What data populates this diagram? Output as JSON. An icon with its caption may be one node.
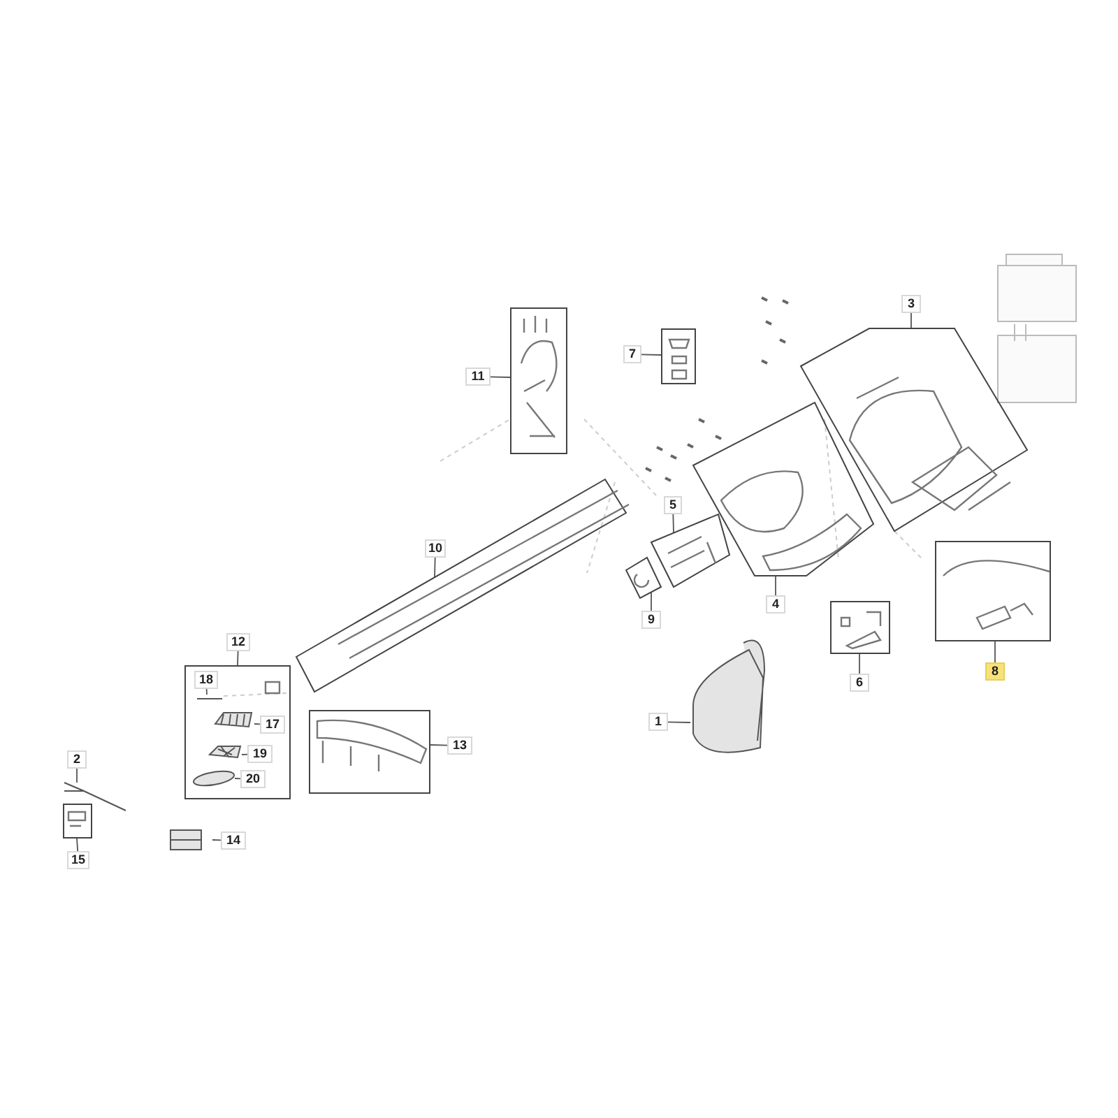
{
  "diagram": {
    "nodes": [
      {
        "text": [
          "3"
        ]
      },
      {
        "text": [],
        "shape": "box"
      },
      {
        "text": [
          "11"
        ]
      },
      {
        "text": [],
        "shape": "box"
      },
      {
        "text": [
          "7"
        ]
      },
      {
        "text": [],
        "shape": "box"
      },
      {
        "text": [],
        "shape": "box"
      },
      {
        "text": [
          "5"
        ]
      },
      {
        "text": [],
        "shape": "box"
      },
      {
        "text": [
          "10"
        ]
      },
      {
        "text": [],
        "shape": "box"
      },
      {
        "text": [],
        "shape": "box"
      },
      {
        "text": [
          "4"
        ]
      },
      {
        "text": [
          "9"
        ]
      },
      {
        "text": [],
        "shape": "box"
      },
      {
        "text": [],
        "shape": "box"
      },
      {
        "text": [
          "12"
        ]
      },
      {
        "text": [
          "8"
        ]
      },
      {
        "text": [
          "6"
        ]
      },
      {
        "text": [],
        "shape": "box"
      },
      {
        "text": [
          "18"
        ],
        "in": 19
      },
      {
        "text": [],
        "shape": "picture",
        "in": 19
      },
      {
        "text": [],
        "shape": "picture",
        "in": 19
      },
      {
        "text": [
          "17"
        ],
        "in": 19
      },
      {
        "text": [],
        "shape": "picture",
        "in": 19
      },
      {
        "text": [
          "19"
        ],
        "in": 19
      },
      {
        "text": [],
        "shape": "picture",
        "in": 19
      },
      {
        "text": [
          "20"
        ],
        "in": 19
      },
      {
        "text": [
          "1"
        ]
      },
      {
        "text": [],
        "shape": "picture"
      },
      {
        "text": [],
        "shape": "box"
      },
      {
        "text": [
          "13"
        ]
      },
      {
        "text": [
          "2"
        ]
      },
      {
        "text": [],
        "shape": "picture"
      },
      {
        "text": [],
        "shape": "box"
      },
      {
        "text": [],
        "shape": "picture"
      },
      {
        "text": [
          "14"
        ]
      },
      {
        "text": [
          "15"
        ]
      }
    ],
    "edges": [
      {
        "from": 0,
        "to": 1,
        "arrow": "none"
      },
      {
        "from": 2,
        "to": 3,
        "arrow": "none"
      },
      {
        "from": 4,
        "to": 5,
        "arrow": "none"
      },
      {
        "from": 7,
        "to": 8,
        "arrow": "none"
      },
      {
        "from": 9,
        "to": 10,
        "arrow": "none"
      },
      {
        "from": 12,
        "to": 6,
        "arrow": "none"
      },
      {
        "from": 13,
        "to": 14,
        "arrow": "none"
      },
      {
        "from": 18,
        "to": 15,
        "arrow": "none"
      },
      {
        "from": 17,
        "to": 11,
        "arrow": "none"
      },
      {
        "from": 16,
        "to": 19,
        "arrow": "none"
      },
      {
        "from": 20,
        "to": 21,
        "arrow": "none"
      },
      {
        "from": 23,
        "to": 22,
        "arrow": "none"
      },
      {
        "from": 25,
        "to": 24,
        "arrow": "none"
      },
      {
        "from": 27,
        "to": 26,
        "arrow": "none"
      },
      {
        "from": 28,
        "to": 29,
        "arrow": "none"
      },
      {
        "from": 31,
        "to": 30,
        "arrow": "none"
      },
      {
        "from": 32,
        "to": 33,
        "arrow": "none"
      },
      {
        "from": 37,
        "to": 34,
        "arrow": "none"
      },
      {
        "from": 36,
        "to": 35,
        "arrow": "none"
      }
    ]
  }
}
